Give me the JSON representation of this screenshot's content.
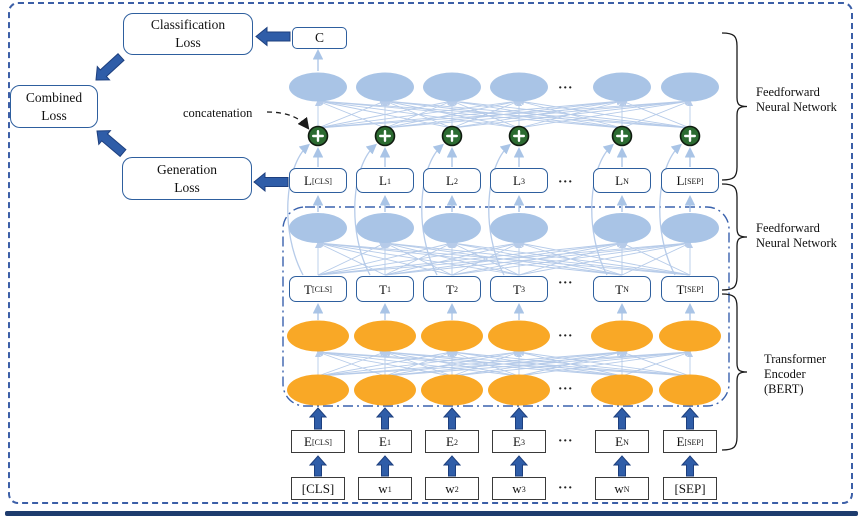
{
  "losses": {
    "classification": {
      "lines": [
        "Classification",
        "Loss"
      ]
    },
    "combined": {
      "lines": [
        "Combined",
        "Loss"
      ]
    },
    "generation": {
      "lines": [
        "Generation",
        "Loss"
      ]
    }
  },
  "output_box": "C",
  "annotations": {
    "concatenation": "concatenation",
    "dots": "..."
  },
  "columns": [
    {
      "l": {
        "base": "L",
        "sub": "[CLS]"
      },
      "t": {
        "base": "T",
        "sub": "[CLS]"
      },
      "e": {
        "base": "E",
        "sub": "[CLS]"
      },
      "w": {
        "base": "[CLS]",
        "sub": ""
      }
    },
    {
      "l": {
        "base": "L",
        "sub": "1"
      },
      "t": {
        "base": "T",
        "sub": "1"
      },
      "e": {
        "base": "E",
        "sub": "1"
      },
      "w": {
        "base": "w",
        "sub": "1"
      }
    },
    {
      "l": {
        "base": "L",
        "sub": "2"
      },
      "t": {
        "base": "T",
        "sub": "2"
      },
      "e": {
        "base": "E",
        "sub": "2"
      },
      "w": {
        "base": "w",
        "sub": "2"
      }
    },
    {
      "l": {
        "base": "L",
        "sub": "3"
      },
      "t": {
        "base": "T",
        "sub": "3"
      },
      "e": {
        "base": "E",
        "sub": "3"
      },
      "w": {
        "base": "w",
        "sub": "3"
      }
    },
    {
      "l": {
        "base": "L",
        "sub": "N"
      },
      "t": {
        "base": "T",
        "sub": "N"
      },
      "e": {
        "base": "E",
        "sub": "N"
      },
      "w": {
        "base": "w",
        "sub": "N"
      }
    },
    {
      "l": {
        "base": "L",
        "sub": "[SEP]"
      },
      "t": {
        "base": "T",
        "sub": "[SEP]"
      },
      "e": {
        "base": "E",
        "sub": "[SEP]"
      },
      "w": {
        "base": "[SEP]",
        "sub": ""
      }
    }
  ],
  "right_labels": [
    {
      "lines": [
        "Feedforward",
        "Neural Network"
      ]
    },
    {
      "lines": [
        "Feedforward",
        "Neural Network"
      ]
    },
    {
      "lines": [
        "Transformer",
        "Encoder",
        "(BERT)"
      ]
    }
  ],
  "colors": {
    "accent_blue": "#2e5f9e",
    "node_blue": "#a9c4e6",
    "node_orange": "#f9a826",
    "plus_green": "#2c6b31",
    "wire_blue": "#b6cbe9",
    "arrow_blue": "#2f5da8",
    "arrow_edge_navy": "#1d3f7e",
    "window_navy": "#1e3c6e"
  }
}
